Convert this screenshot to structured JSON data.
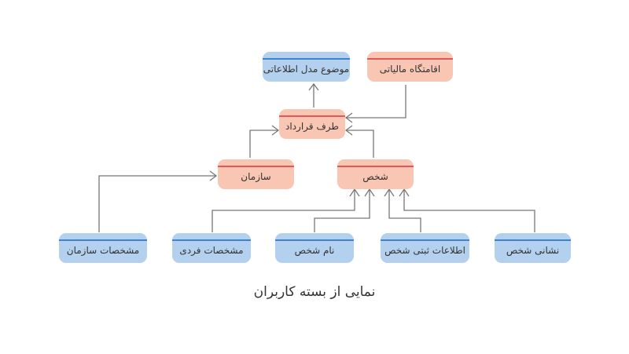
{
  "nodes": {
    "info_model_subject": "موضوع مدل اطلاعاتی",
    "tax_residence": "اقامتگاه مالیاتی",
    "contract_party": "طرف قرارداد",
    "organization": "سازمان",
    "person": "شخص",
    "org_specs": "مشخصات سازمان",
    "personal_specs": "مشخصات فردی",
    "person_name": "نام شخص",
    "person_registration_info": "اطلاعات ثبتی شخص",
    "person_address": "نشانی شخص"
  },
  "caption": "نمایی از بسته کاربران",
  "colors": {
    "blue_fill": "#b3d0ee",
    "blue_stripe": "#3f82cc",
    "red_fill": "#f8c6b3",
    "red_stripe": "#e25757",
    "connector": "#777777"
  }
}
